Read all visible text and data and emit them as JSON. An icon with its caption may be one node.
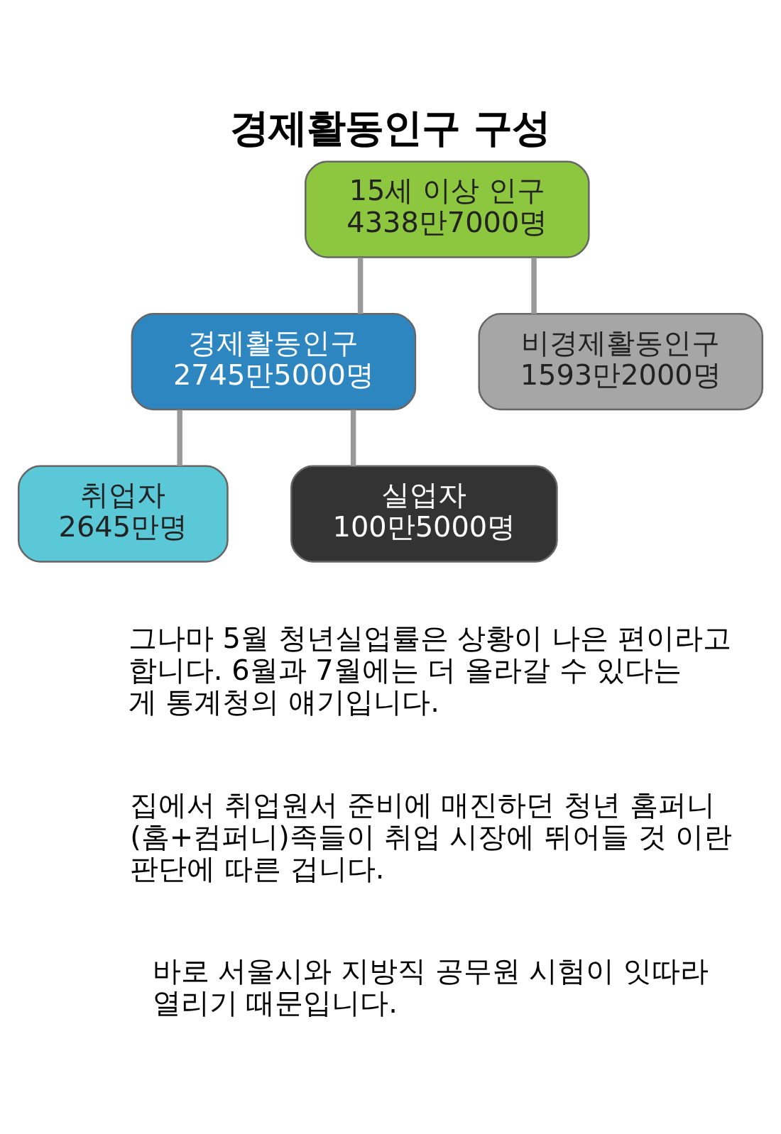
{
  "diagram": {
    "title": "경제활동인구 구성",
    "nodes": [
      {
        "text": [
          "15세 이상 인구",
          "4338만7000명"
        ]
      },
      {
        "text": [
          "경제활동인구",
          "2745만5000명"
        ]
      },
      {
        "text": [
          "비경제활동인구",
          "1593만2000명"
        ]
      },
      {
        "text": [
          "취업자",
          "2645만명"
        ]
      },
      {
        "text": [
          "실업자",
          "100만5000명"
        ]
      }
    ],
    "edges": [
      {
        "from": 0,
        "to": 1,
        "arrow": "none"
      },
      {
        "from": 0,
        "to": 2,
        "arrow": "none"
      },
      {
        "from": 1,
        "to": 3,
        "arrow": "none"
      },
      {
        "from": 1,
        "to": 4,
        "arrow": "none"
      }
    ],
    "labels": [
      "그나마 5월 청년실업률은 상황이 나은 편이라고 합니다. 6월과 7월에는 더 올라갈 수 있다는 게 통계청의 얘기입니다.",
      "집에서 취업원서 준비에 매진하던 청년 홈퍼니 (홈+컴퍼니)족들이 취업 시장에 뛰어들 것 이란 판단에 따른 겁니다.",
      "바로 서울시와 지방직 공무원 시험이 잇따라 열리기 때문입니다."
    ]
  }
}
